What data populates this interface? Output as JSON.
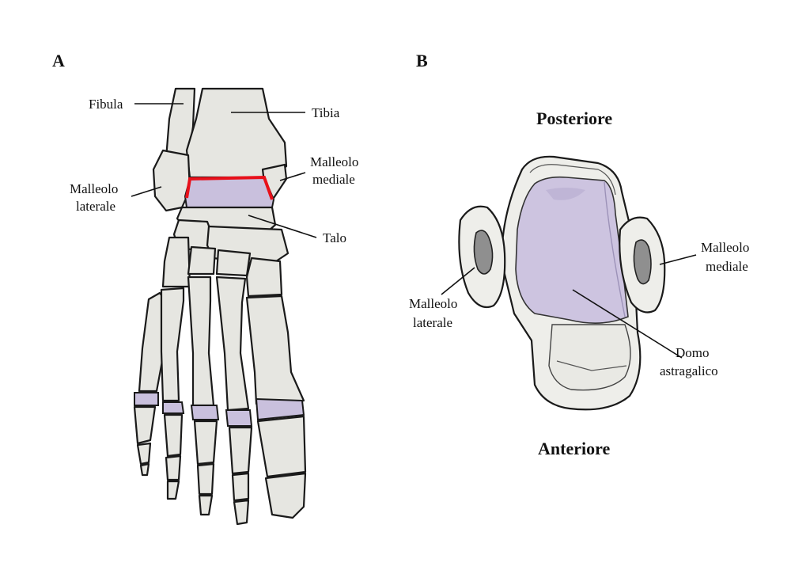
{
  "panels": {
    "a": {
      "letter": "A"
    },
    "b": {
      "letter": "B"
    }
  },
  "labels_a": {
    "fibula": "Fibula",
    "tibia": "Tibia",
    "malleolo_mediale_1": "Malleolo",
    "malleolo_mediale_2": "mediale",
    "malleolo_laterale_1": "Malleolo",
    "malleolo_laterale_2": "laterale",
    "talo": "Talo"
  },
  "labels_b": {
    "posteriore": "Posteriore",
    "anteriore": "Anteriore",
    "malleolo_mediale_1": "Malleolo",
    "malleolo_mediale_2": "mediale",
    "malleolo_laterale_1": "Malleolo",
    "malleolo_laterale_2": "laterale",
    "domo_1": "Domo",
    "domo_2": "astragalico"
  },
  "colors": {
    "bone": "#e6e6e1",
    "cartilage": "#c9c0dd",
    "highlight": "#e8101a",
    "outline": "#1a1a1a"
  }
}
